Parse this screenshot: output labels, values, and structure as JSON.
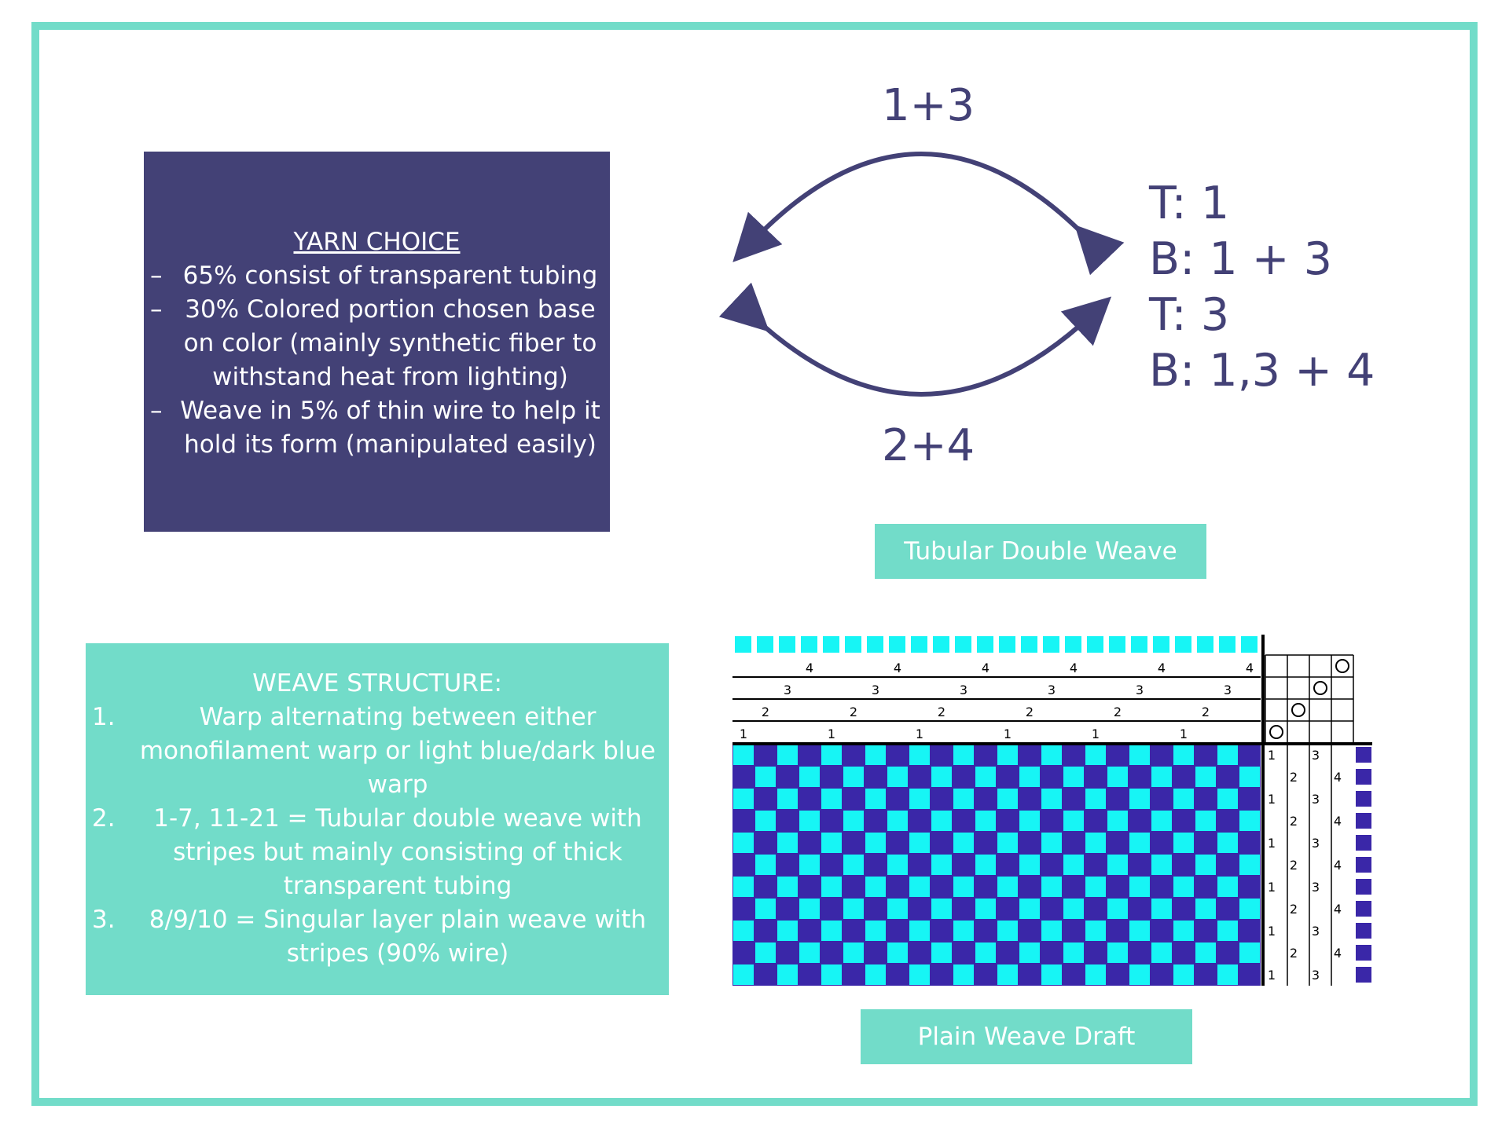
{
  "colors": {
    "teal": "#72dcc9",
    "navy": "#434176",
    "cyan": "#17f5f5",
    "purple": "#3a27a8",
    "white": "#ffffff",
    "black": "#000000"
  },
  "yarn": {
    "title": "YARN CHOICE",
    "bullets": [
      "65% consist of transparent tubing",
      "30% Colored portion chosen base on color (mainly synthetic fiber to withstand heat from lighting)",
      "Weave in 5% of thin wire to help it hold its form (manipulated easily)"
    ],
    "bullet_marker": "–"
  },
  "weave": {
    "title": "WEAVE STRUCTURE:",
    "items": [
      {
        "num": "1.",
        "text": "Warp alternating between either monofilament warp or light blue/dark blue warp"
      },
      {
        "num": "2.",
        "text": "1-7, 11-21 = Tubular double weave with stripes but mainly consisting of thick transparent tubing"
      },
      {
        "num": "3.",
        "text": "8/9/10 = Singular layer plain weave with stripes (90% wire)"
      }
    ]
  },
  "cycle": {
    "top_label": "1+3",
    "bottom_label": "2+4",
    "sequence": [
      "T: 1",
      "B: 1 + 3",
      "T: 3",
      "B: 1,3 + 4"
    ]
  },
  "tags": {
    "tubular": "Tubular Double Weave",
    "plain": "Plain Weave Draft"
  },
  "draft": {
    "warp_ends": 24,
    "weft_picks": 11,
    "threading_labels": [
      "4",
      "3",
      "2",
      "1"
    ],
    "tieup_circles": [
      "4",
      "3",
      "2",
      "1"
    ],
    "treadle_col1": [
      "1",
      "2",
      "1",
      "2",
      "1",
      "2",
      "1",
      "2",
      "1",
      "2",
      "1"
    ],
    "treadle_col2": [
      "3",
      "4",
      "3",
      "4",
      "3",
      "4",
      "3",
      "4",
      "3",
      "4",
      "3"
    ]
  }
}
